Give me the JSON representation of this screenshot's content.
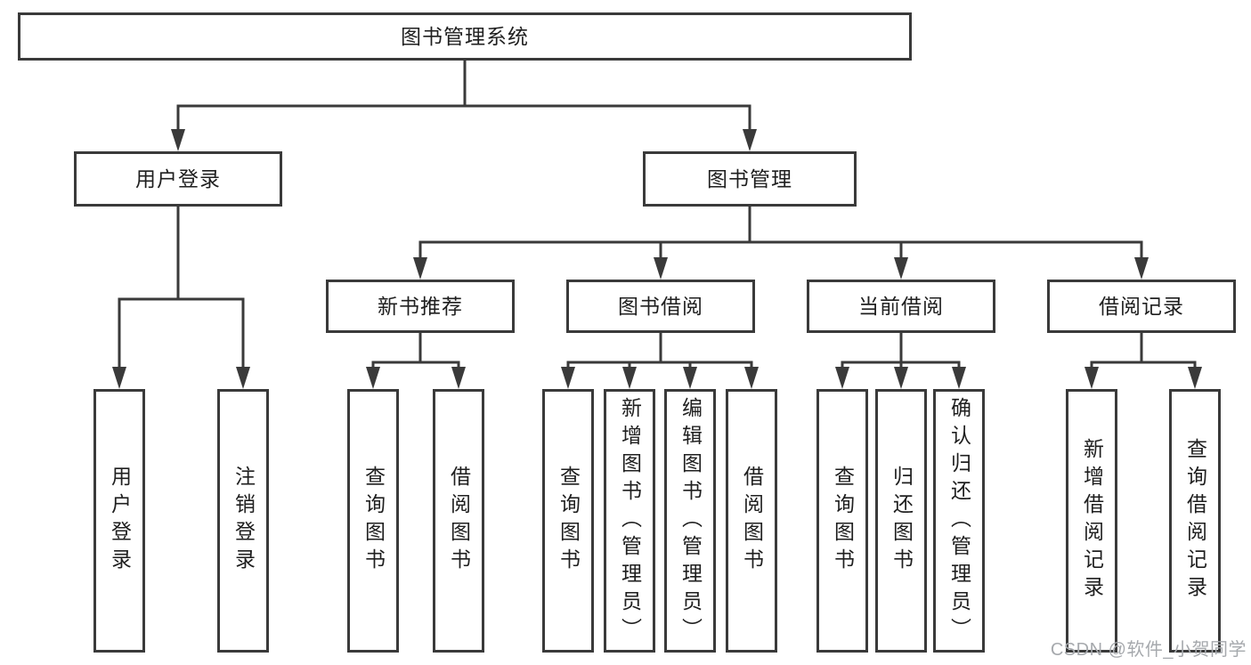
{
  "tree": {
    "label": "图书管理系统",
    "children": [
      {
        "label": "用户登录",
        "children": [
          {
            "label": "用户登录"
          },
          {
            "label": "注销登录"
          }
        ]
      },
      {
        "label": "图书管理",
        "children": [
          {
            "label": "新书推荐",
            "children": [
              {
                "label": "查询图书"
              },
              {
                "label": "借阅图书"
              }
            ]
          },
          {
            "label": "图书借阅",
            "children": [
              {
                "label": "查询图书"
              },
              {
                "label": "新增图书（管理员）"
              },
              {
                "label": "编辑图书（管理员）"
              },
              {
                "label": "借阅图书"
              }
            ]
          },
          {
            "label": "当前借阅",
            "children": [
              {
                "label": "查询图书"
              },
              {
                "label": "归还图书"
              },
              {
                "label": "确认归还（管理员）"
              }
            ]
          },
          {
            "label": "借阅记录",
            "children": [
              {
                "label": "新增借阅记录"
              },
              {
                "label": "查询借阅记录"
              }
            ]
          }
        ]
      }
    ]
  },
  "watermark": "CSDN @软件_小贺同学",
  "colors": {
    "line": "#3a3a3a",
    "text": "#1f1f1f",
    "watermark": "#a6a9ad",
    "background": "#ffffff"
  }
}
